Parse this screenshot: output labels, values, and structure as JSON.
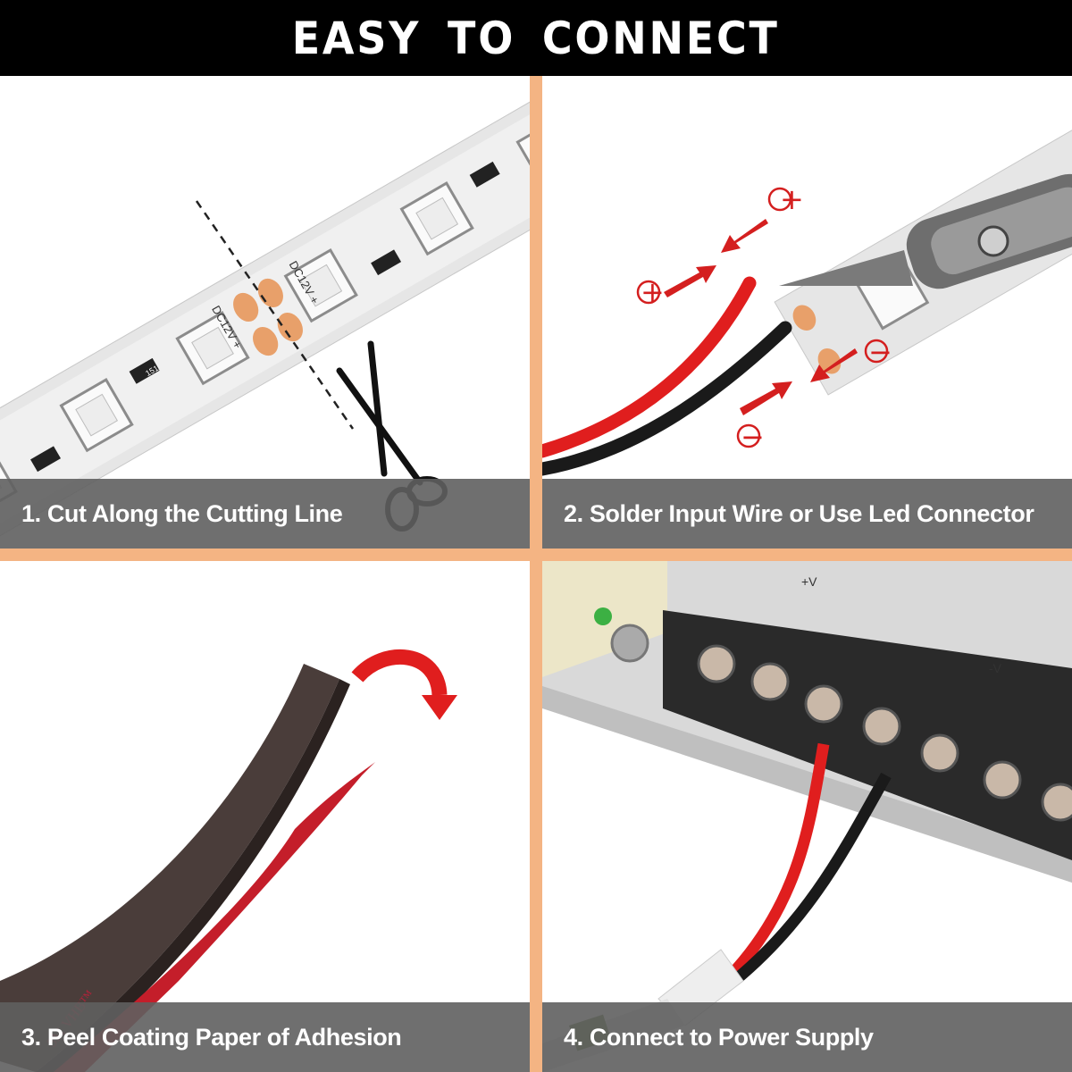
{
  "header": {
    "title": "EASY TO CONNECT"
  },
  "steps": [
    {
      "caption": "1. Cut Along the Cutting Line",
      "strip_label": "DC12V +",
      "resistor_label": "151"
    },
    {
      "caption": "2. Solder Input Wire or Use Led Connector",
      "plus_sign": "+",
      "minus_sign": "−"
    },
    {
      "caption": "3. Peel Coating Paper of Adhesion",
      "tape_label": "3M VHB™"
    },
    {
      "caption": "4. Connect to Power Supply",
      "terminal_plus": "+V",
      "terminal_minus": "-V"
    }
  ],
  "colors": {
    "background_border": "#f4b483",
    "header_bg": "#000000",
    "caption_bg": "#5f5f5f",
    "accent_red": "#d41f1f",
    "copper_pad": "#e8a06a"
  }
}
